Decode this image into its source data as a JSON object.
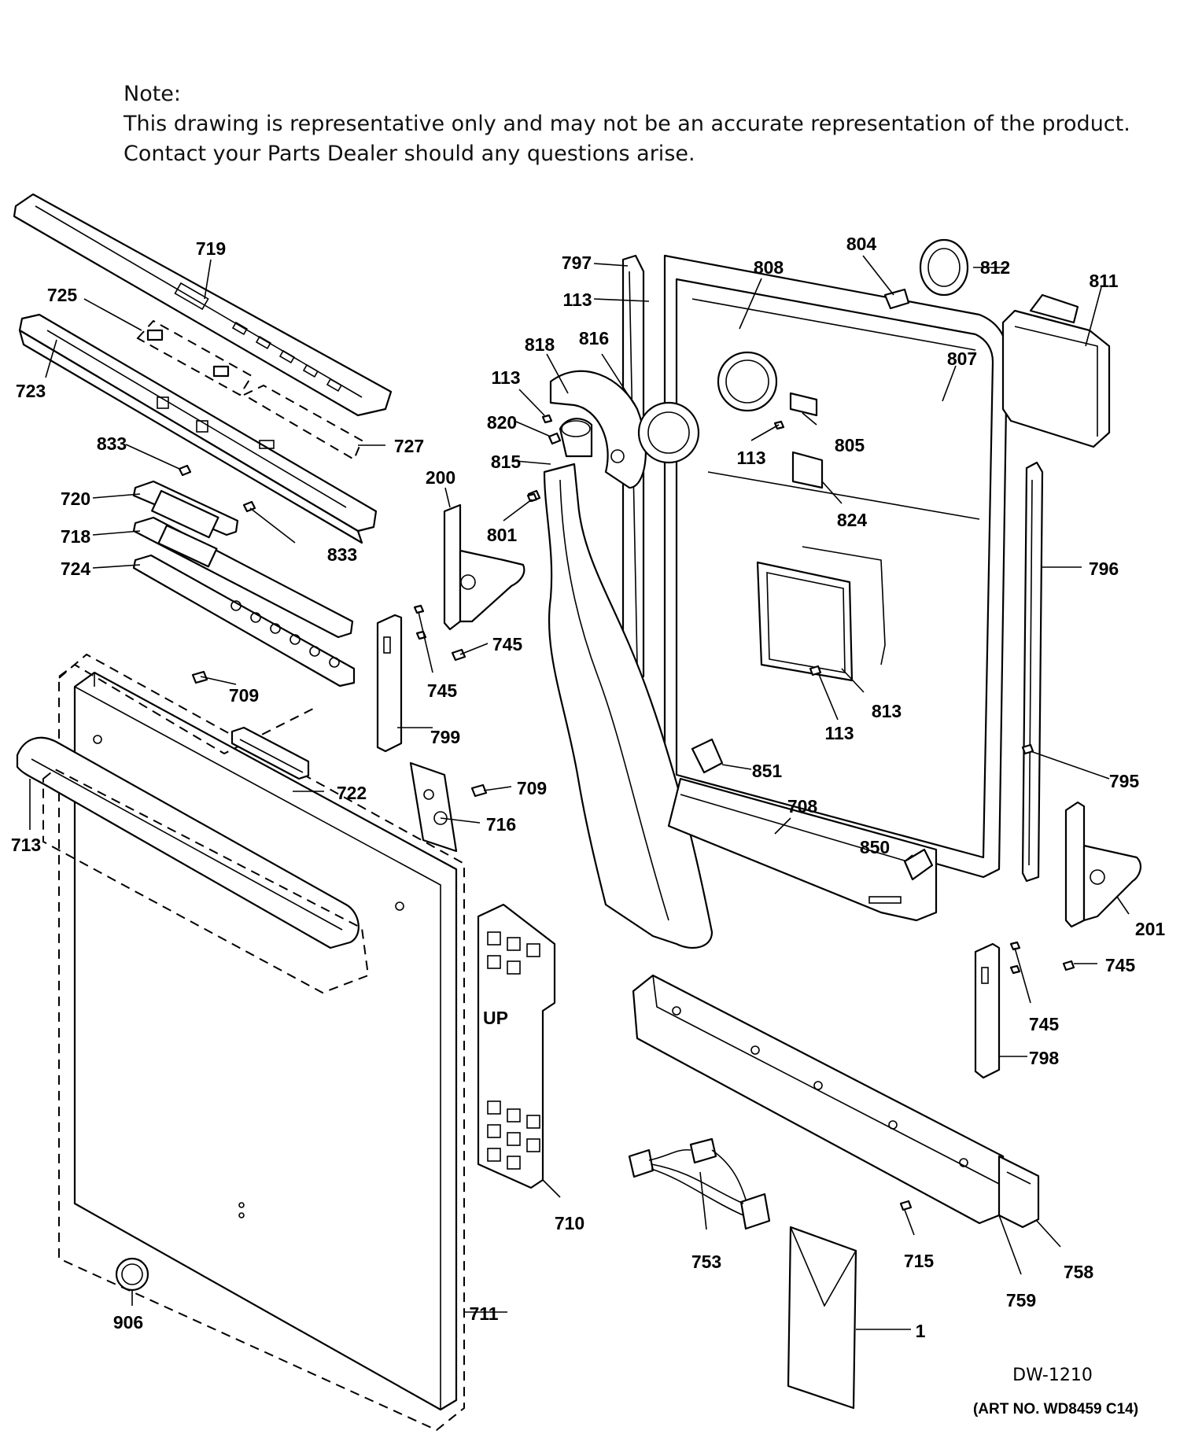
{
  "note": {
    "heading": "Note:",
    "line1": "This drawing is representative only and may not be an accurate representation of the product.",
    "line2": "Contact your Parts Dealer should any questions arise."
  },
  "callouts": [
    "719",
    "725",
    "723",
    "727",
    "833",
    "720",
    "833",
    "718",
    "724",
    "709",
    "713",
    "722",
    "709",
    "716",
    "711",
    "906",
    "200",
    "801",
    "745",
    "745",
    "799",
    "797",
    "113",
    "818",
    "816",
    "113",
    "820",
    "815",
    "808",
    "804",
    "812",
    "811",
    "807",
    "805",
    "113",
    "824",
    "796",
    "813",
    "113",
    "851",
    "795",
    "708",
    "850",
    "201",
    "745",
    "745",
    "798",
    "710",
    "753",
    "715",
    "758",
    "759",
    "1"
  ],
  "drawing_id": "DW-1210",
  "art_no": "(ART NO. WD8459 C14)"
}
